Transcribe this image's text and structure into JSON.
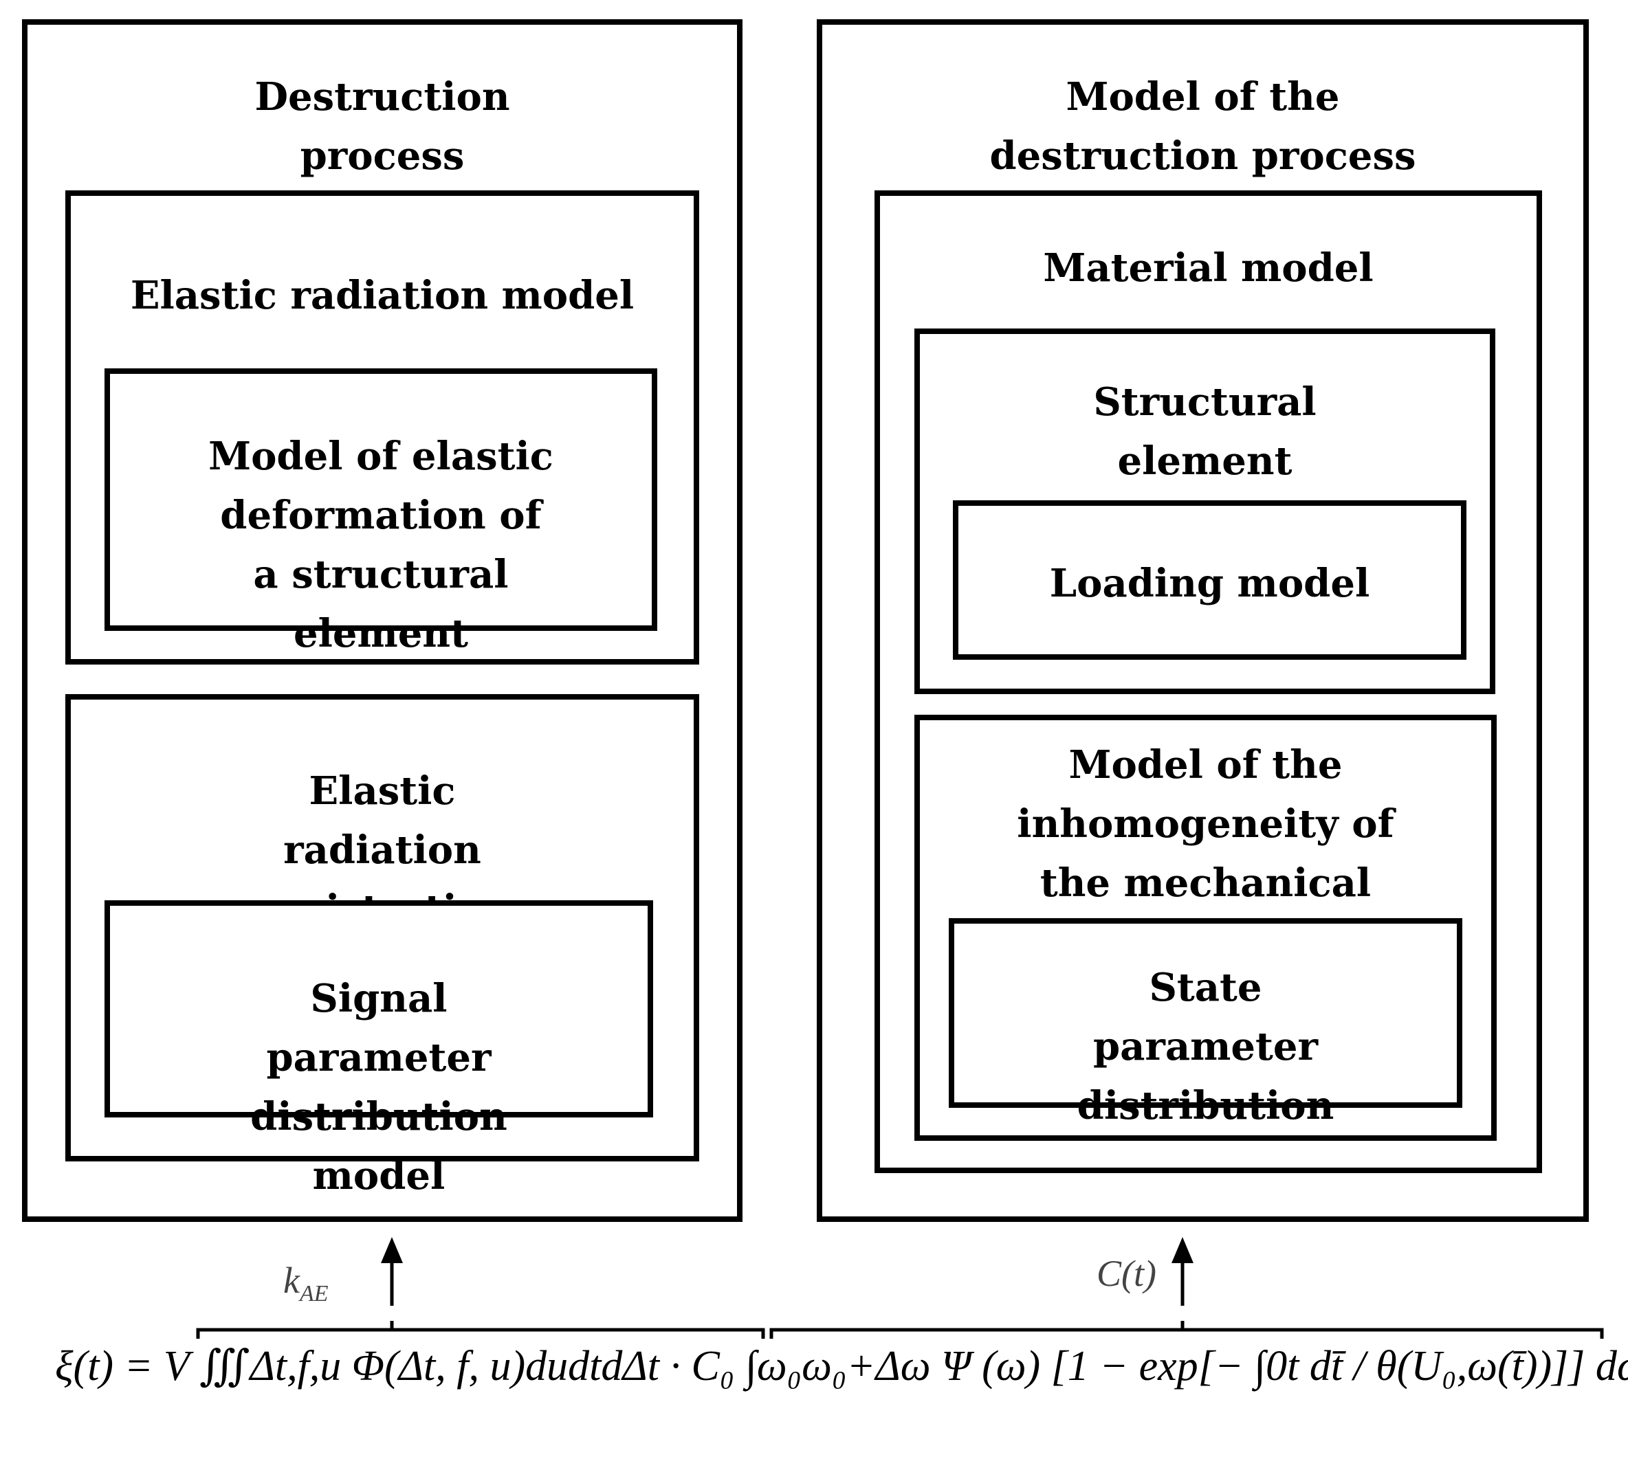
{
  "left_panel": {
    "title": "Destruction process registration model",
    "elastic_radiation": {
      "title": "Elastic radiation model",
      "inner": "Model of elastic deformation of a structural element"
    },
    "registration": {
      "title": "Elastic radiation registration model",
      "inner": "Signal parameter distribution model"
    }
  },
  "right_panel": {
    "title": "Model of the destruction process",
    "material": {
      "title": "Material model",
      "structural": {
        "title": "Structural element state model",
        "inner": "Loading model"
      },
      "inhomogeneity": {
        "title": "Model of the inhomogeneity of the mechanical state",
        "inner": "State parameter distribution"
      }
    }
  },
  "labels": {
    "k_ae": "k",
    "k_ae_sub": "AE",
    "c_t": "C(t)"
  },
  "equation": "ξ(t) = V ∭Δt,f,u Φ(Δt, f, u)dudtdΔt · C₀ ∫ω₀ω₀+Δω Ψ (ω) [1 − exp[− ∫0t dt̄ / θ(U₀,ω(t̄))]] dω"
}
